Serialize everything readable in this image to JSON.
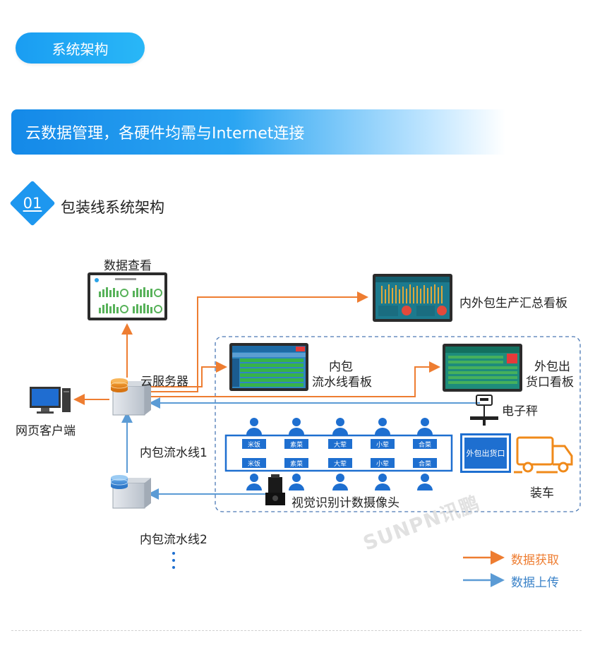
{
  "header": {
    "pill": "系统架构",
    "banner": "云数据管理，各硬件均需与Internet连接",
    "section_number": "01",
    "section_title": "包装线系统架构"
  },
  "labels": {
    "data_view": "数据查看",
    "summary_board": "内外包生产汇总看板",
    "cloud_server": "云服务器",
    "inner_board_1": "内包",
    "inner_board_2": "流水线看板",
    "outer_board_1": "外包出",
    "outer_board_2": "货口看板",
    "scale": "电子秤",
    "web_client": "网页客户端",
    "line1": "内包流水线1",
    "line2": "内包流水线2",
    "camera": "视觉识别计数摄像头",
    "out_port": "外包出货口",
    "loading": "装车"
  },
  "products_row1": [
    "米饭",
    "素菜",
    "大荤",
    "小荤",
    "合菜"
  ],
  "products_row2": [
    "米饭",
    "素菜",
    "大荤",
    "小荤",
    "合菜"
  ],
  "legend": {
    "fetch": "数据获取",
    "upload": "数据上传"
  },
  "watermark": "SUNPN讯鹏",
  "colors": {
    "fetch": "#ee7d31",
    "upload": "#5b9bd5",
    "accent": "#1d97ef",
    "badge": "#1e6fd0"
  }
}
